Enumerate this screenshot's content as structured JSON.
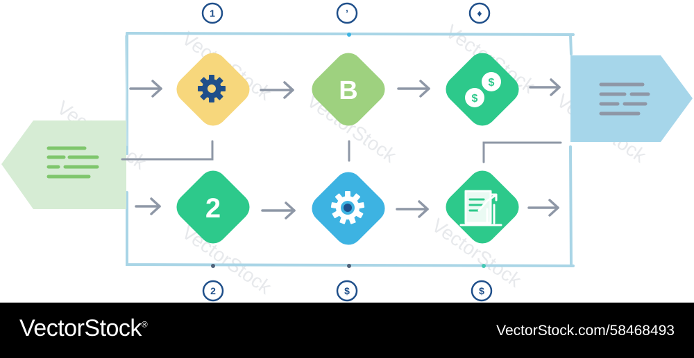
{
  "diagram": {
    "top_markers": [
      "1",
      "’",
      "♦"
    ],
    "bottom_markers": [
      "2",
      "$",
      "$"
    ],
    "b_label": "B",
    "two_label": "2",
    "colors": {
      "frame": "#a9d5e6",
      "arrow": "#8e97a6",
      "yellow": "#f7d77c",
      "green_light": "#9ed17f",
      "teal": "#2dc98b",
      "blue": "#3db3e2",
      "left_tag": "#d6ecd4",
      "right_tag": "#a6d6ea",
      "icon_dark": "#1f4f8a"
    }
  },
  "watermark": {
    "text": "VectorStock"
  },
  "footer": {
    "brand": "VectorStock",
    "registered": "®",
    "url": "VectorStock.com/58468493"
  }
}
